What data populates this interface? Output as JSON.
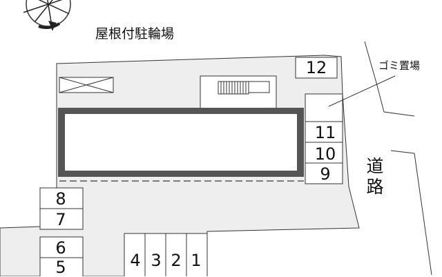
{
  "labels": {
    "bike_shelter": "屋根付駐輪場",
    "trash_area": "ゴミ置場",
    "road": "道路"
  },
  "parking_spaces": [
    "1",
    "2",
    "3",
    "4",
    "5",
    "6",
    "7",
    "8",
    "9",
    "10",
    "11",
    "12"
  ],
  "colors": {
    "site_fill": "#eeeeee",
    "building_wall": "#555555",
    "line": "#333333",
    "background": "#ffffff"
  },
  "icons": [
    "compass-icon",
    "stairs-icon"
  ]
}
